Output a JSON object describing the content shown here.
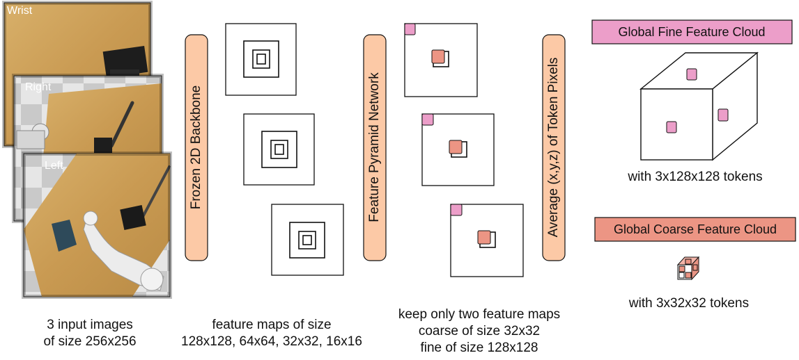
{
  "cameras": [
    {
      "label": "Wrist"
    },
    {
      "label": "Right"
    },
    {
      "label": "Left"
    }
  ],
  "stages": {
    "backbone": "Frozen 2D Backbone",
    "fpn": "Feature Pyramid Network",
    "average": "Average (x,y,z) of Token Pixels"
  },
  "captions": {
    "inputs": [
      "3 input images",
      "of size 256x256"
    ],
    "feature_maps": [
      "feature maps of size",
      "128x128, 64x64, 32x32, 16x16"
    ],
    "keep": [
      "keep only two feature maps",
      "coarse of size 32x32",
      "fine of size 128x128"
    ]
  },
  "clouds": {
    "fine": {
      "title": "Global Fine Feature Cloud",
      "tokens": "with 3x128x128 tokens"
    },
    "coarse": {
      "title": "Global Coarse Feature Cloud",
      "tokens": "with 3x32x32 tokens"
    }
  },
  "colors": {
    "stage_fill": "#fcc9a6",
    "fine_pink": "#ec9ec9",
    "coarse_salmon": "#ec9584",
    "outline": "#111111",
    "wood": "#c9a05a",
    "floor_tile": "#d9d9d9"
  }
}
